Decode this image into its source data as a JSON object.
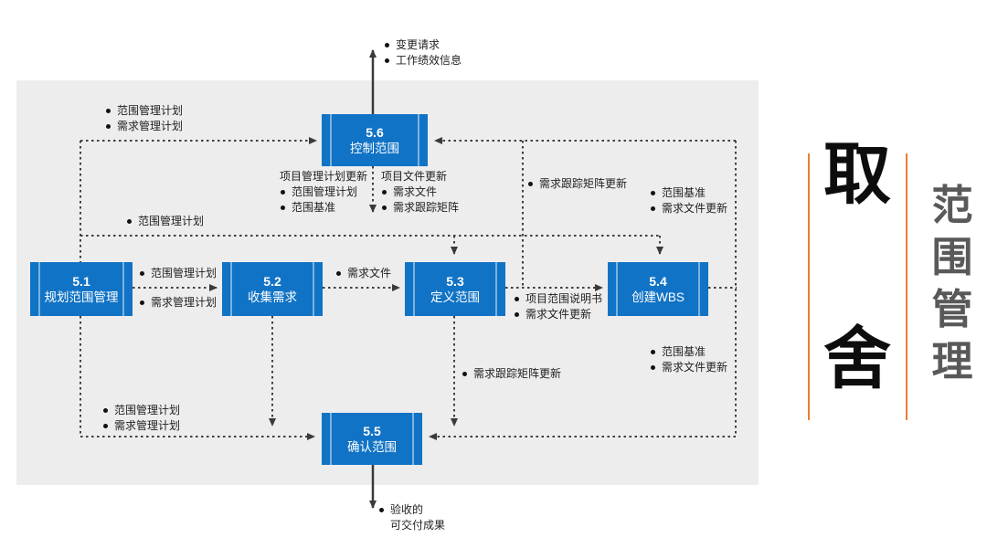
{
  "title_panel": {
    "big_word_top": "取",
    "big_word_bottom": "舍",
    "vertical_label": "范围管理",
    "accent_color": "#ED7D31",
    "label_color": "#595959"
  },
  "colors": {
    "process_box_blue": "#1173C5",
    "panel_gray": "#EDEDED",
    "connector_dark": "#3F3F3F"
  },
  "diagram": {
    "boxes": [
      {
        "id": "5.1",
        "name": "规划范围管理"
      },
      {
        "id": "5.2",
        "name": "收集需求"
      },
      {
        "id": "5.3",
        "name": "定义范围"
      },
      {
        "id": "5.4",
        "name": "创建WBS"
      },
      {
        "id": "5.5",
        "name": "确认范围"
      },
      {
        "id": "5.6",
        "name": "控制范围"
      }
    ],
    "labels": {
      "outputs_56_up": [
        "变更请求",
        "工作绩效信息"
      ],
      "inputs_top_left": [
        "范围管理计划",
        "需求管理计划"
      ],
      "pm_plan_updates": {
        "heading": "项目管理计划更新",
        "items": [
          "范围管理计划",
          "范围基准"
        ]
      },
      "project_doc_updates": {
        "heading": "项目文件更新",
        "items": [
          "需求文件",
          "需求跟踪矩阵"
        ]
      },
      "scope_plan_mid": "范围管理计划",
      "rtm_update_top": "需求跟踪矩阵更新",
      "outputs_54_up": [
        "范围基准",
        "需求文件更新"
      ],
      "plan_above_51_52": "范围管理计划",
      "plan_below_51_52": "需求管理计划",
      "req_docs_52_53": "需求文件",
      "outputs_53_54": [
        "项目范围说明书",
        "需求文件更新"
      ],
      "rtm_update_bottom": "需求跟踪矩阵更新",
      "outputs_54_down": [
        "范围基准",
        "需求文件更新"
      ],
      "inputs_bottom_left": [
        "范围管理计划",
        "需求管理计划"
      ],
      "accepted_deliverables_line1": "验收的",
      "accepted_deliverables_line2": "可交付成果"
    }
  }
}
